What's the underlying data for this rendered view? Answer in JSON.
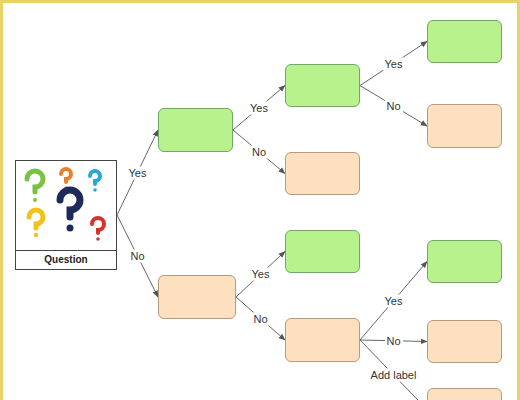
{
  "diagram": {
    "nodes": [
      {
        "text": [
          "Question"
        ]
      },
      {
        "text": []
      },
      {
        "text": []
      },
      {
        "text": []
      },
      {
        "text": []
      },
      {
        "text": []
      },
      {
        "text": []
      },
      {
        "text": []
      },
      {
        "text": []
      },
      {
        "text": []
      },
      {
        "text": []
      },
      {
        "text": []
      }
    ],
    "edges": [
      {
        "from": 0,
        "to": 1,
        "label": "Yes",
        "arrow": "to"
      },
      {
        "from": 0,
        "to": 2,
        "label": "No",
        "arrow": "to"
      },
      {
        "from": 1,
        "to": 3,
        "label": "Yes",
        "arrow": "to"
      },
      {
        "from": 1,
        "to": 4,
        "label": "No",
        "arrow": "to"
      },
      {
        "from": 3,
        "to": 5,
        "label": "Yes",
        "arrow": "to"
      },
      {
        "from": 3,
        "to": 6,
        "label": "No",
        "arrow": "to"
      },
      {
        "from": 2,
        "to": 7,
        "label": "Yes",
        "arrow": "to"
      },
      {
        "from": 2,
        "to": 8,
        "label": "No",
        "arrow": "to"
      },
      {
        "from": 8,
        "to": 9,
        "label": "Yes",
        "arrow": "to"
      },
      {
        "from": 8,
        "to": 10,
        "label": "No",
        "arrow": "to"
      },
      {
        "from": 8,
        "to": 11,
        "label": "Add label",
        "arrow": "to"
      }
    ]
  }
}
